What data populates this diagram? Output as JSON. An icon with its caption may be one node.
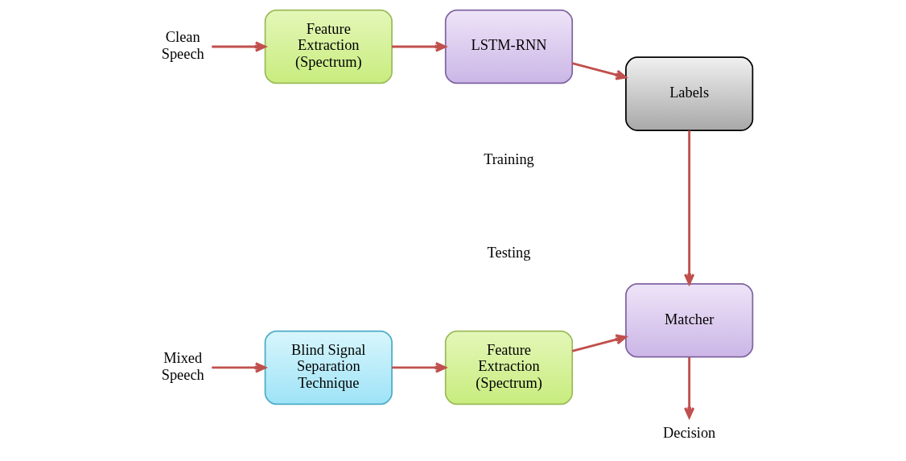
{
  "diagram": {
    "nodes": [
      {
        "text": [
          "Clean Speech"
        ]
      },
      {
        "text": [
          "Feature Extraction (Spectrum)"
        ]
      },
      {
        "text": [
          "LSTM-RNN"
        ]
      },
      {
        "text": [
          "Labels"
        ]
      },
      {
        "text": [
          "Mixed Speech"
        ]
      },
      {
        "text": [
          "Blind Signal Separation Technique"
        ]
      },
      {
        "text": [
          "Feature Extraction (Spectrum)"
        ]
      },
      {
        "text": [
          "Matcher"
        ]
      },
      {
        "text": [
          "Decision"
        ]
      }
    ],
    "edges": [
      {
        "from": 0,
        "to": 1,
        "arrow": "to"
      },
      {
        "from": 1,
        "to": 2,
        "arrow": "to"
      },
      {
        "from": 2,
        "to": 3,
        "arrow": "to"
      },
      {
        "from": 3,
        "to": 7,
        "arrow": "to"
      },
      {
        "from": 4,
        "to": 5,
        "arrow": "to"
      },
      {
        "from": 5,
        "to": 6,
        "arrow": "to"
      },
      {
        "from": 6,
        "to": 7,
        "arrow": "to"
      },
      {
        "from": 7,
        "to": 8,
        "arrow": "to"
      }
    ],
    "labels": [
      "Training",
      "Testing"
    ]
  }
}
